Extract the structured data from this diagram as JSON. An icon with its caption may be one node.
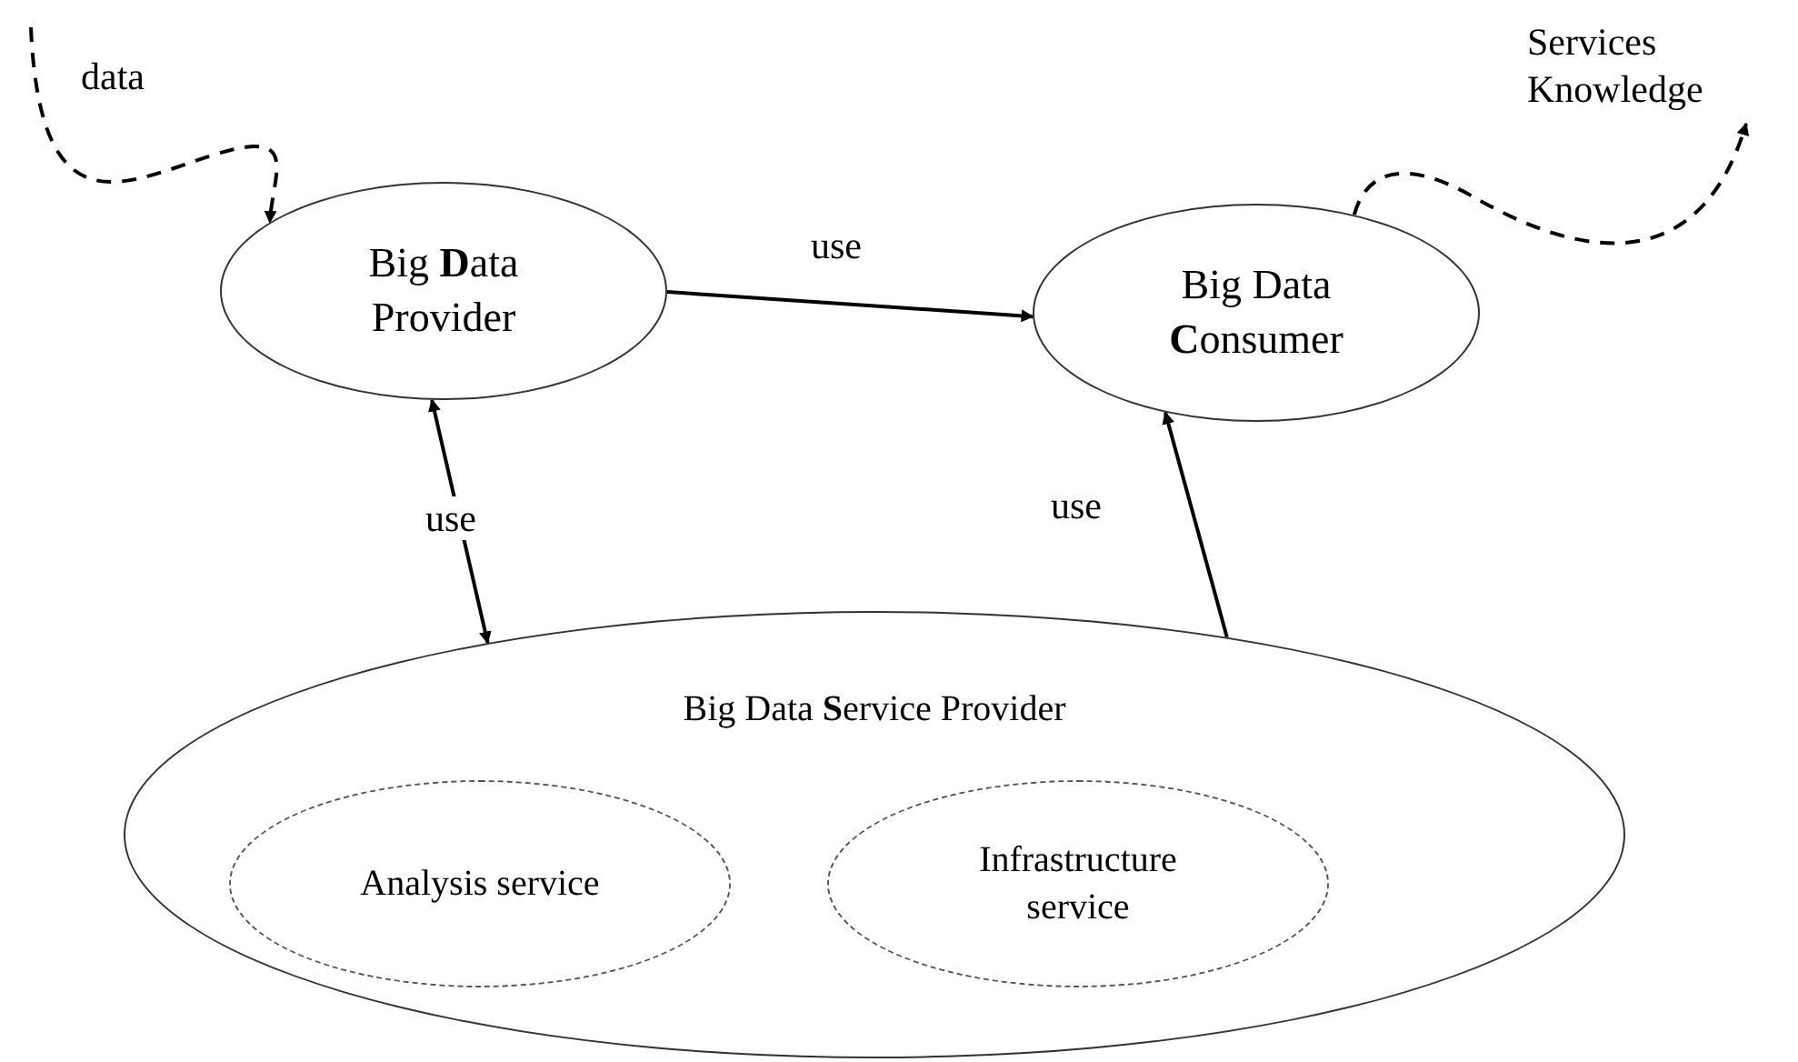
{
  "diagram": {
    "nodes": [
      {
        "text": [
          "Big **D**ata Provider"
        ]
      },
      {
        "text": [
          "Big Data **C**onsumer"
        ]
      },
      {
        "text": [
          "Big Data **S**ervice Provider"
        ]
      },
      {
        "text": [
          "Analysis service"
        ],
        "in": 2
      },
      {
        "text": [
          "Infrastructure service"
        ],
        "in": 2
      },
      {
        "text": [
          "Services Knowledge"
        ]
      }
    ],
    "edges": [
      {
        "from": null,
        "to": 0,
        "arrow": "to",
        "style": "dashed",
        "label": "data"
      },
      {
        "from": 0,
        "to": 1,
        "arrow": "to",
        "label": "use"
      },
      {
        "from": 2,
        "to": 0,
        "arrow": "both",
        "label": "use"
      },
      {
        "from": 2,
        "to": 1,
        "arrow": "to",
        "label": "use"
      },
      {
        "from": 1,
        "to": 5,
        "arrow": "to",
        "style": "dashed"
      }
    ]
  }
}
